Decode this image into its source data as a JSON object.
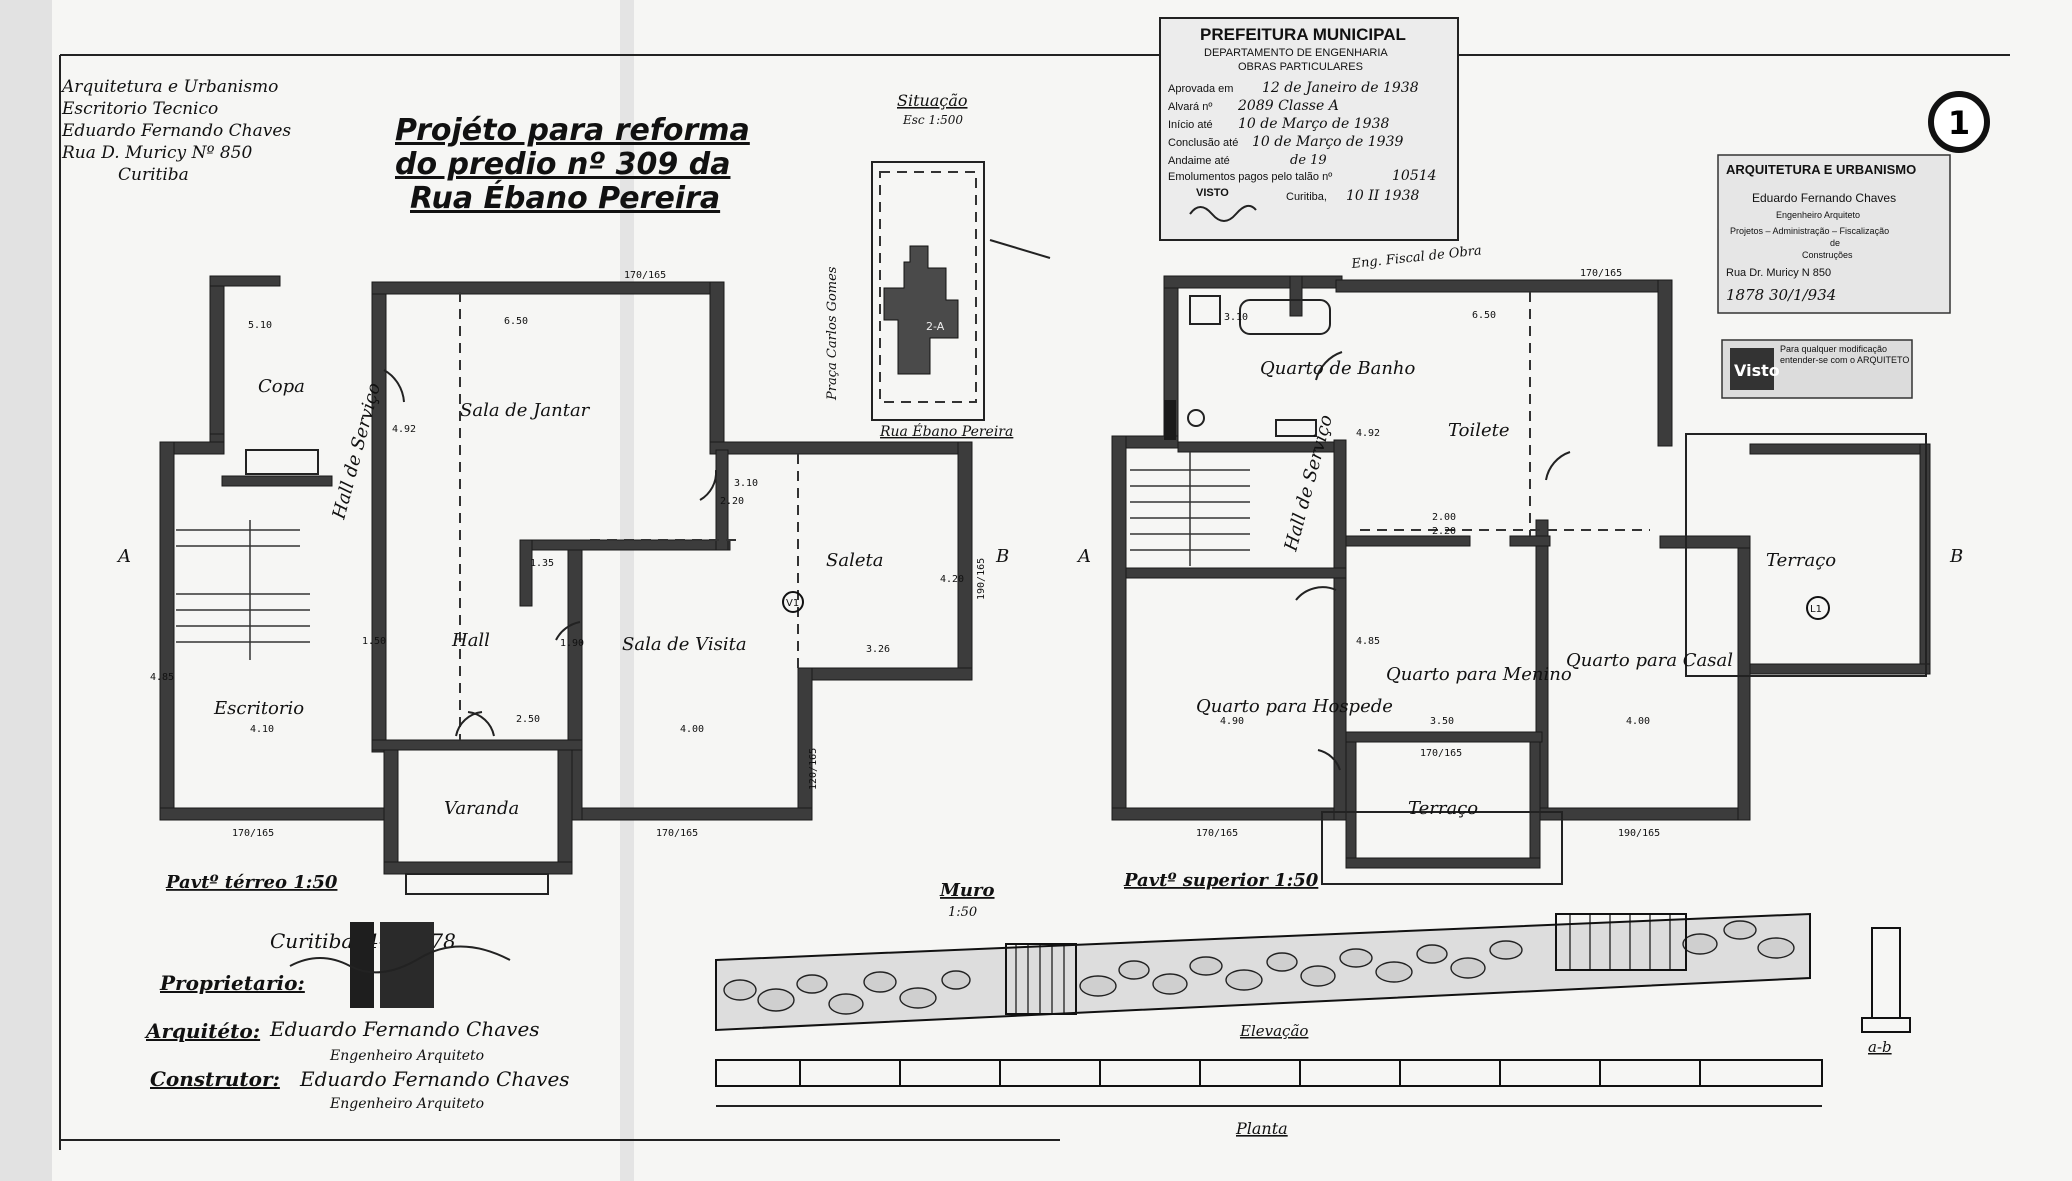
{
  "office": {
    "lines": [
      "Arquitetura e Urbanismo",
      "Escritorio Tecnico",
      "Eduardo Fernando Chaves",
      "Rua D. Muricy Nº 850",
      "Curitiba"
    ]
  },
  "project_title": {
    "lines": [
      "Projéto para reforma",
      "do predio nº 309 da",
      "Rua Ébano Pereira"
    ]
  },
  "situation": {
    "title": "Situação",
    "scale": "Esc 1:500",
    "street_bottom": "Rua Ébano Pereira",
    "street_side": "Praça Carlos Gomes",
    "lot_code": "2-A"
  },
  "approval_stamp": {
    "header": "PREFEITURA MUNICIPAL",
    "department": "DEPARTAMENTO DE ENGENHARIA",
    "section": "OBRAS PARTICULARES",
    "rows": [
      {
        "label": "Aprovada em",
        "value": "12 de Janeiro de 1938"
      },
      {
        "label": "Alvará nº",
        "value": "2089   Classe A"
      },
      {
        "label": "Início até",
        "value": "10 de Março de 1938"
      },
      {
        "label": "Conclusão até",
        "value": "10 de Março de 1939"
      },
      {
        "label": "Andaime até",
        "value": "de 19"
      },
      {
        "label": "Emolumentos pagos pelo talão nº",
        "value": "10514"
      },
      {
        "label": "Curitiba,",
        "value": "10 II 1938"
      }
    ],
    "visto": "VISTO",
    "signature": "Eng. Fiscal de Obra"
  },
  "architect_stamp": {
    "header": "ARQUITETURA E URBANISMO",
    "name": "Eduardo Fernando Chaves",
    "lines": [
      "Engenheiro Arquiteto",
      "Projetos – Administração – Fiscalização",
      "de",
      "Construções",
      "Rua Dr. Muricy N 850"
    ],
    "handwritten": "1878    30/1/934"
  },
  "small_stamp": {
    "label": "Visto",
    "text": "Para qualquer modificação entender-se com o ARQUITETO"
  },
  "sheet_number": "1",
  "ground_floor": {
    "label": "Pavtº térreo 1:50",
    "rooms": [
      "Copa",
      "Sala de Jantar",
      "Hall de Serviço",
      "Hall",
      "Sala de Visita",
      "Saleta",
      "Escritorio",
      "Varanda"
    ],
    "v_marker": "V1",
    "dims": [
      "6.50",
      "4.10",
      "4.00",
      "3.26",
      "5.10",
      "4.20",
      "1.50",
      "2.50",
      "1.35",
      "1.90",
      "4.85",
      "3.10",
      "2.20",
      "4.92"
    ],
    "windows": [
      "170/165",
      "170/165",
      "120/165",
      "190/165",
      "170/165"
    ]
  },
  "upper_floor": {
    "label": "Pavtº superior 1:50",
    "rooms": [
      "Quarto de Banho",
      "Toilete",
      "Hall de Serviço",
      "Quarto para Hospede",
      "Quarto para Menino",
      "Quarto para Casal",
      "Terraço",
      "Terraço"
    ],
    "l_marker": "L1",
    "dims": [
      "6.50",
      "3.10",
      "4.90",
      "3.50",
      "4.00",
      "2.00",
      "2.20",
      "4.92",
      "4.85"
    ],
    "windows": [
      "170/165",
      "170/165",
      "170/165",
      "190/165"
    ]
  },
  "section_marks": [
    "A",
    "B",
    "A",
    "B"
  ],
  "wall_drawing": {
    "title": "Muro",
    "scale": "1:50",
    "elevation": "Elevação",
    "plan": "Planta",
    "detail": "a-b"
  },
  "signatures": {
    "stamp_text": "Curitiba, 4-1-1878",
    "owner_label": "Proprietario:",
    "architect_label": "Arquitéto:",
    "architect_sig": "Eduardo Fernando Chaves",
    "architect_sub": "Engenheiro Arquiteto",
    "builder_label": "Construtor:",
    "builder_sig": "Eduardo Fernando Chaves",
    "builder_sub": "Engenheiro Arquiteto"
  }
}
